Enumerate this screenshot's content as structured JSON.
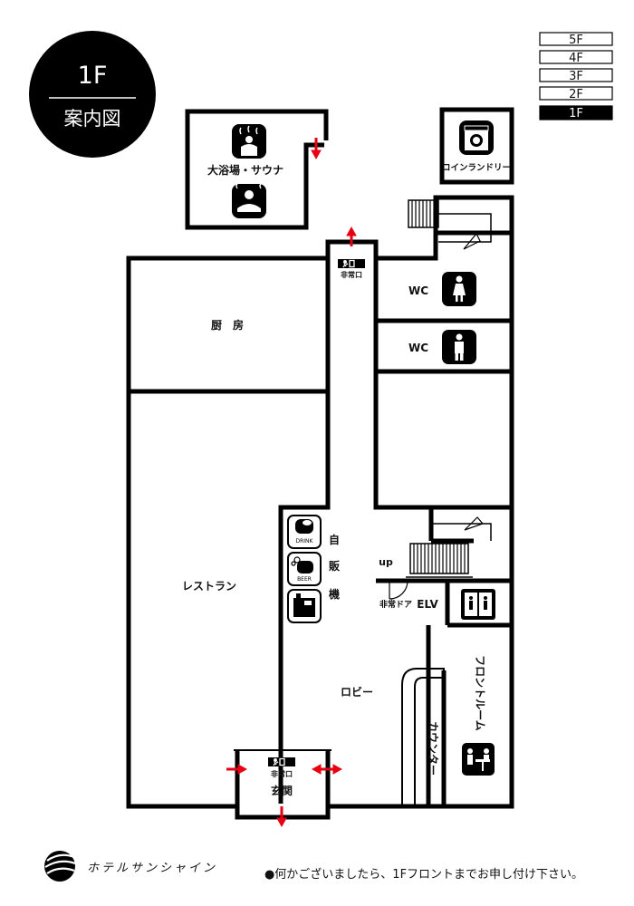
{
  "badge": {
    "floor": "1F",
    "subtitle": "案内図"
  },
  "floor_selector": [
    {
      "label": "5F",
      "active": false
    },
    {
      "label": "4F",
      "active": false
    },
    {
      "label": "3F",
      "active": false
    },
    {
      "label": "2F",
      "active": false
    },
    {
      "label": "1F",
      "active": true
    }
  ],
  "rooms": {
    "bath": "大浴場・サウナ",
    "laundry": "コインランドリー",
    "emergency_top": "非常口",
    "wc_women": "WC",
    "wc_men": "WC",
    "kitchen": "厨　房",
    "restaurant": "レストラン",
    "vending_1": "自",
    "vending_2": "販",
    "vending_3": "機",
    "vending_drink": "DRINK",
    "vending_beer": "BEER",
    "up": "up",
    "emergency_door": "非常ドア",
    "elv": "ELV",
    "front_room": "フロントルーム",
    "lobby": "ロビー",
    "counter": "カウンター",
    "emergency_entrance": "非常口",
    "entrance": "玄関"
  },
  "footer": {
    "hotel_name": "ホテルサンシャイン",
    "notice": "●何かございましたら、1Fフロントまでお申し付け下さい。"
  },
  "colors": {
    "wall": "#000000",
    "arrow": "#e60012",
    "background": "#ffffff"
  }
}
